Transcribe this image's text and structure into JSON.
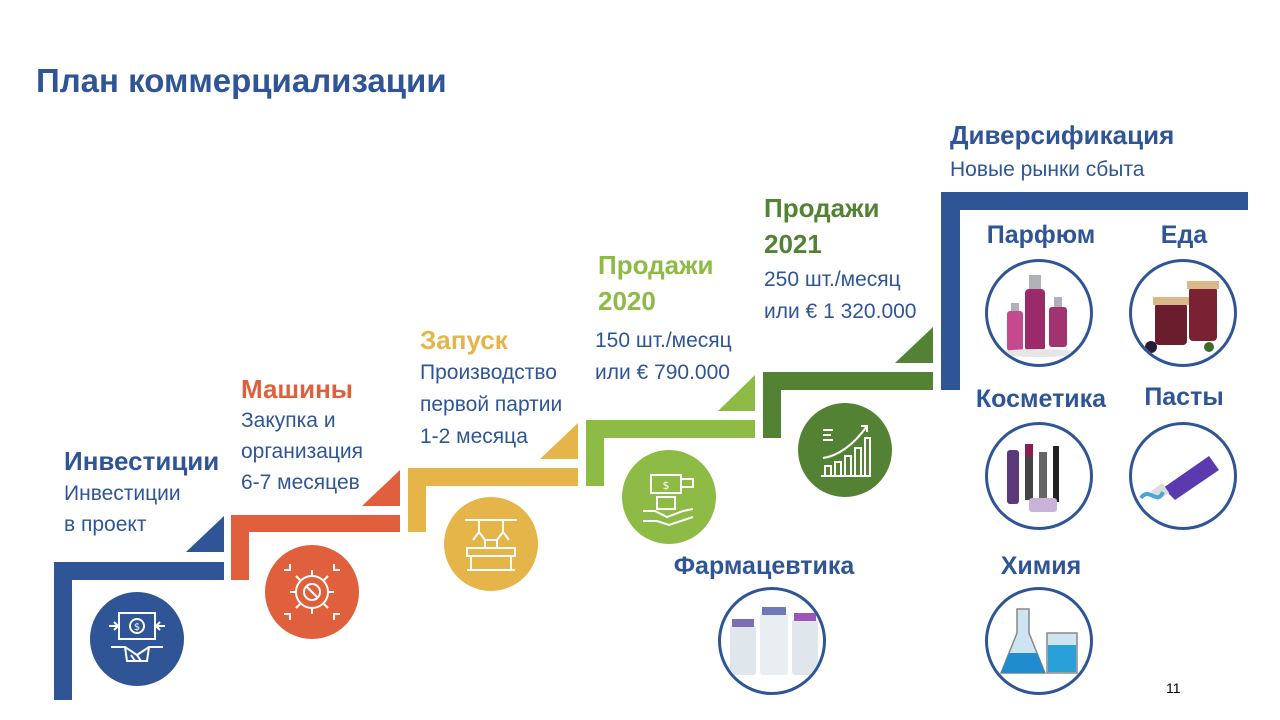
{
  "title": "План коммерциализации",
  "steps": [
    {
      "heading": "Инвестиции",
      "lines": [
        "Инвестиции",
        "в проект"
      ],
      "color": "#2f5597",
      "icon": "investment-handshake-icon"
    },
    {
      "heading": "Машины",
      "lines": [
        "Закупка и",
        "организация",
        "6-7 месяцев"
      ],
      "color": "#e0603d",
      "icon": "gear-wrench-icon"
    },
    {
      "heading": "Запуск",
      "lines": [
        "Производство",
        "первой партии",
        "1-2 месяца"
      ],
      "color": "#e6b54a",
      "icon": "factory-robot-icon"
    },
    {
      "heading_lines": [
        "Продажи",
        "2020"
      ],
      "lines": [
        "150 шт./месяц",
        "или € 790.000"
      ],
      "color": "#8dbb45",
      "icon": "hand-payment-icon"
    },
    {
      "heading_lines": [
        "Продажи",
        "2021"
      ],
      "lines": [
        "250 шт./месяц",
        "или € 1 320.000"
      ],
      "color": "#548235",
      "icon": "growth-chart-icon"
    }
  ],
  "diversification": {
    "heading": "Диверсификация",
    "subheading": "Новые рынки сбыта",
    "color": "#2f5597",
    "markets": [
      "Парфюм",
      "Еда",
      "Косметика",
      "Пасты",
      "Химия",
      "Фармацевтика"
    ]
  },
  "page_number": "11"
}
